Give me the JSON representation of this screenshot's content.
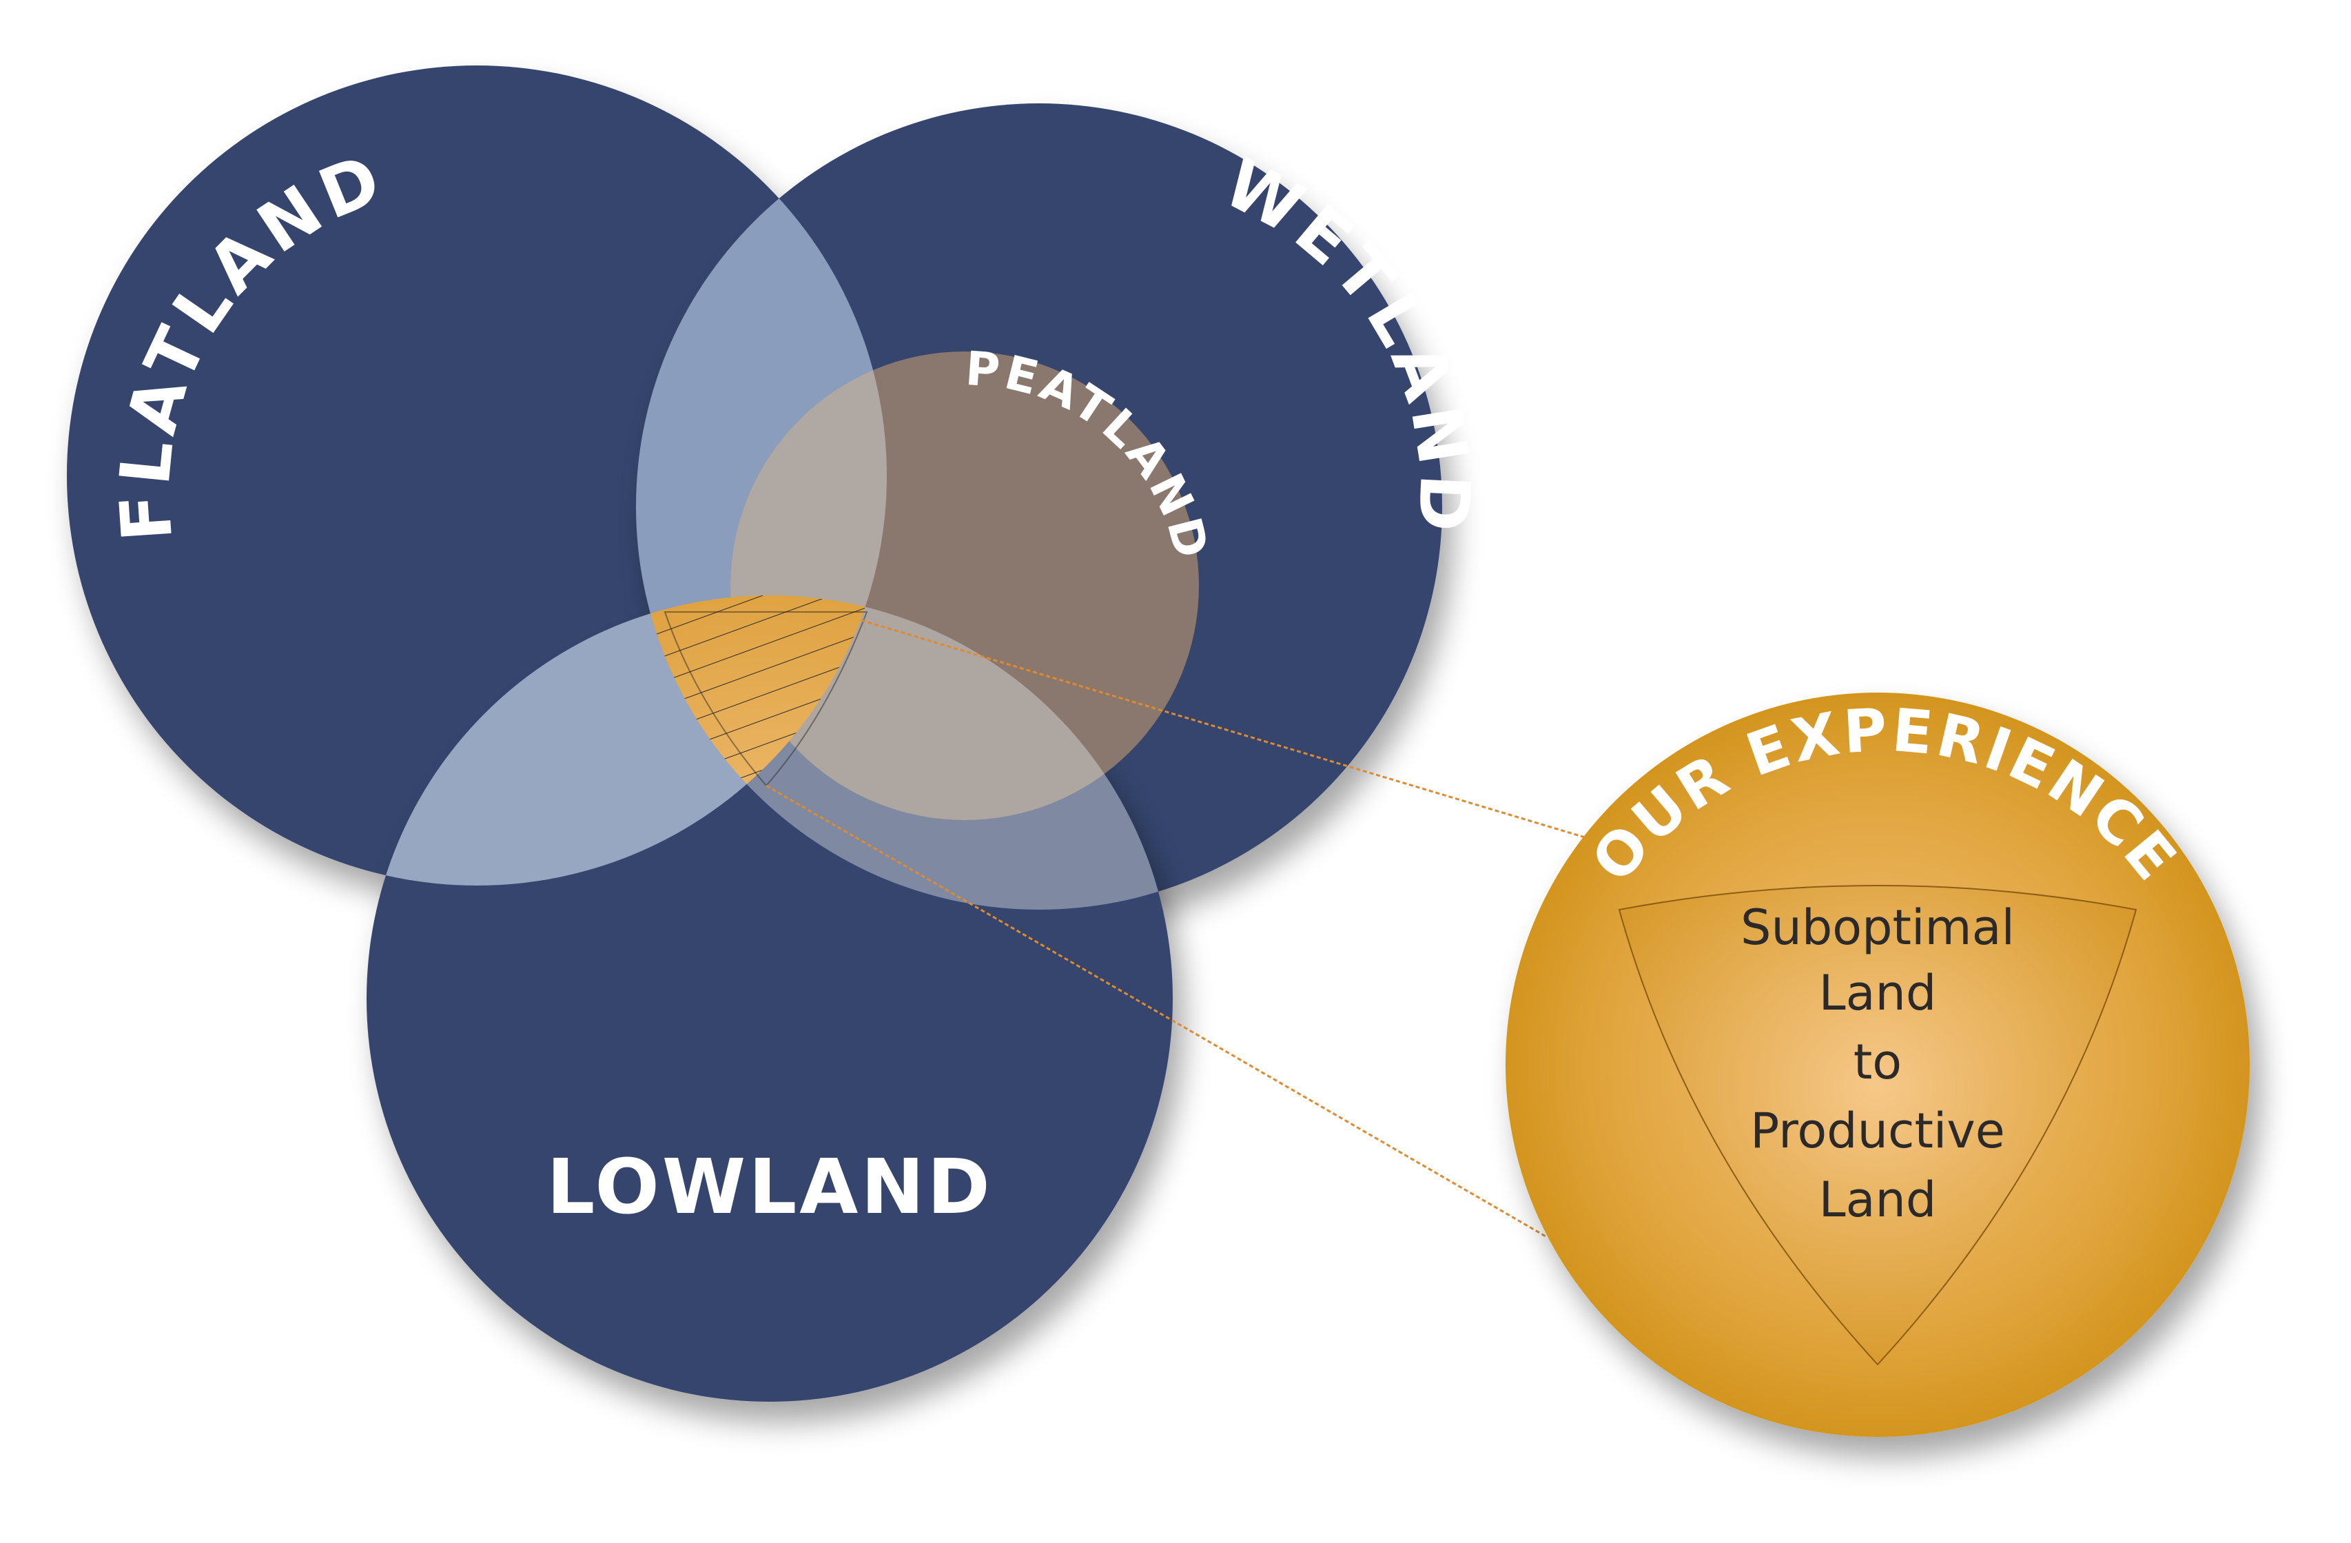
{
  "sets": {
    "flatland": "FLATLAND",
    "wetland": "WETLAND",
    "lowland": "LOWLAND",
    "peatland": "PEATLAND"
  },
  "highlight": {
    "title": "OUR EXPERIENCE",
    "lines": [
      "Suboptimal",
      "Land",
      "to",
      "Productive",
      "Land"
    ]
  },
  "colors": {
    "set_fill": "#34446d",
    "overlap_fill": "#8a9dbc",
    "peat_fill": "#8a776d",
    "peat_overlap_fill": "#b0a8a2",
    "gold": "#dea43c",
    "gold_dark": "#c98a1f",
    "gold_light": "#f2c27e",
    "connector": "#e08a2e"
  }
}
